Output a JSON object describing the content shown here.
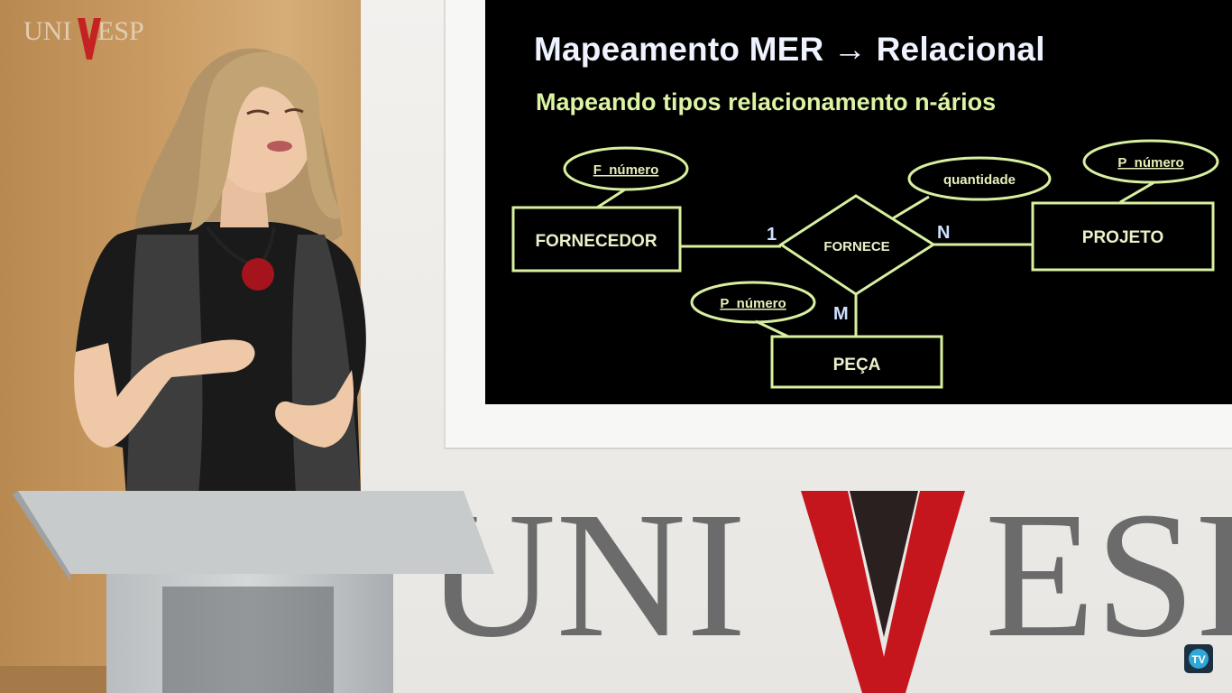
{
  "slide": {
    "title": "Mapeamento MER → Relacional",
    "subtitle": "Mapeando tipos relacionamento n-ários",
    "entities": {
      "fornecedor": "FORNECEDOR",
      "projeto": "PROJETO",
      "peca": "PEÇA"
    },
    "relationship": "FORNECE",
    "attributes": {
      "f_numero": "F_número",
      "p_numero_projeto": "P_número",
      "p_numero_peca": "P_número",
      "quantidade": "quantidade"
    },
    "cardinalities": {
      "fornecedor": "1",
      "projeto": "N",
      "peca": "M"
    }
  },
  "branding": {
    "corner_logo": "UNIVESP",
    "wall_logo": "UNIVESP",
    "tv_badge": "TV",
    "accent_red": "#c4161c",
    "wall_logo_gray": "#6b6b6b"
  },
  "colors": {
    "slide_background": "#000000",
    "title_text": "#eef3ff",
    "subtitle_text": "#dcf5a4",
    "diagram_lines": "#d8f0a0"
  }
}
